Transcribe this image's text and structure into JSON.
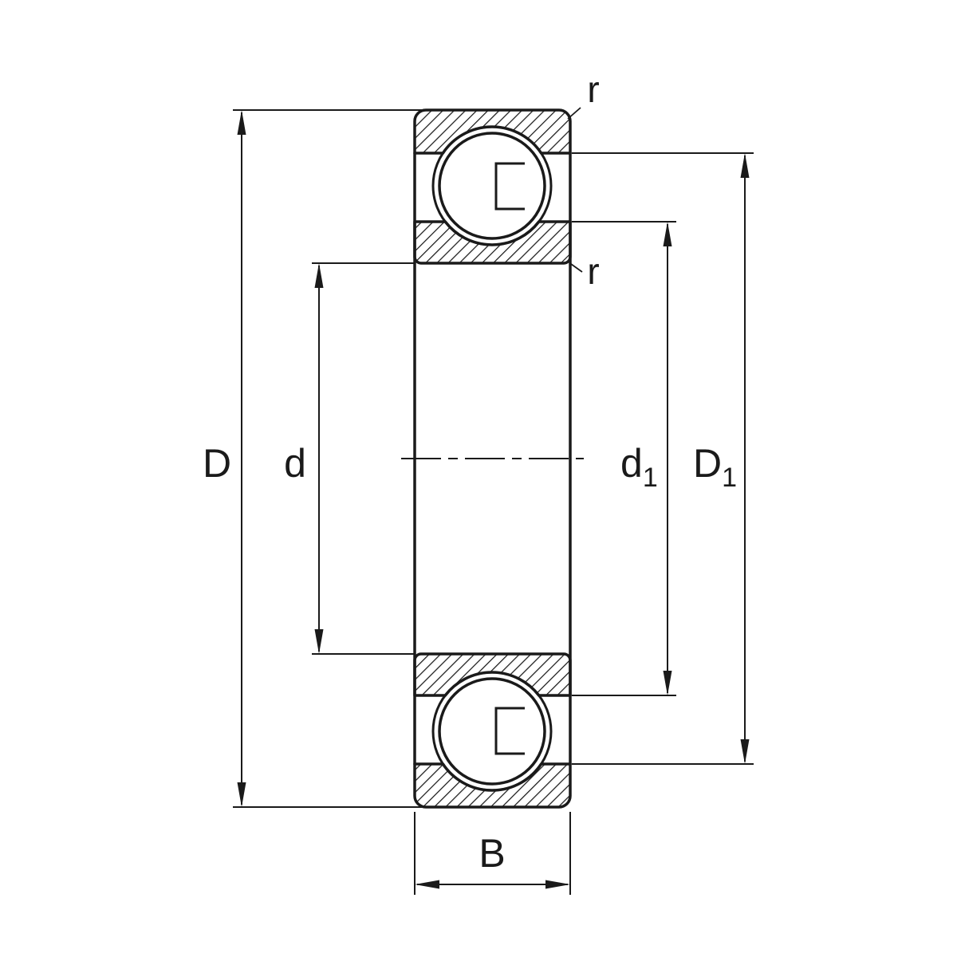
{
  "diagram": {
    "colors": {
      "line": "#1a1a1a",
      "background": "#ffffff"
    },
    "labels": {
      "outside_diameter": "D",
      "bore_diameter": "d",
      "shoulder_inner_main": "d",
      "shoulder_inner_sub": "1",
      "shoulder_outer_main": "D",
      "shoulder_outer_sub": "1",
      "width": "B",
      "chamfer_top": "r",
      "chamfer_inner": "r"
    }
  }
}
